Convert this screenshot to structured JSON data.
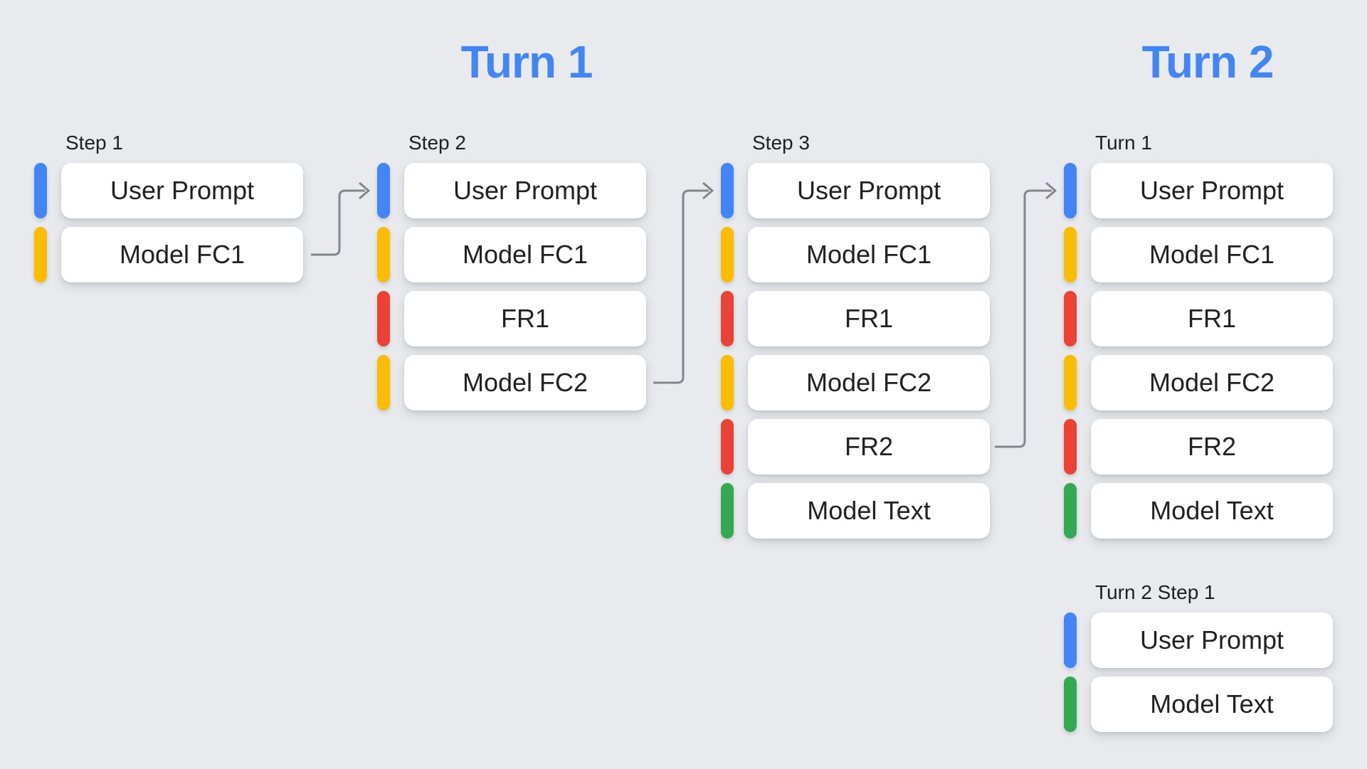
{
  "palette": {
    "blue": "#4285F4",
    "yellow": "#FBBC04",
    "red": "#EA4335",
    "green": "#34A853",
    "arrow": "#82878c",
    "background": "#e8eaed",
    "card_text": "#202124",
    "title_blue": "#4285F4"
  },
  "turn_titles": {
    "turn1": "Turn 1",
    "turn2": "Turn 2"
  },
  "columns": [
    {
      "label": "Step 1",
      "rows": [
        {
          "label": "User Prompt",
          "color": "#4285F4"
        },
        {
          "label": "Model FC1",
          "color": "#FBBC04"
        }
      ]
    },
    {
      "label": "Step 2",
      "rows": [
        {
          "label": "User Prompt",
          "color": "#4285F4"
        },
        {
          "label": "Model FC1",
          "color": "#FBBC04"
        },
        {
          "label": "FR1",
          "color": "#EA4335"
        },
        {
          "label": "Model FC2",
          "color": "#FBBC04"
        }
      ]
    },
    {
      "label": "Step 3",
      "rows": [
        {
          "label": "User Prompt",
          "color": "#4285F4"
        },
        {
          "label": "Model FC1",
          "color": "#FBBC04"
        },
        {
          "label": "FR1",
          "color": "#EA4335"
        },
        {
          "label": "Model FC2",
          "color": "#FBBC04"
        },
        {
          "label": "FR2",
          "color": "#EA4335"
        },
        {
          "label": "Model Text",
          "color": "#34A853"
        }
      ]
    },
    {
      "label": "Turn 1",
      "rows": [
        {
          "label": "User Prompt",
          "color": "#4285F4"
        },
        {
          "label": "Model FC1",
          "color": "#FBBC04"
        },
        {
          "label": "FR1",
          "color": "#EA4335"
        },
        {
          "label": "Model FC2",
          "color": "#FBBC04"
        },
        {
          "label": "FR2",
          "color": "#EA4335"
        },
        {
          "label": "Model Text",
          "color": "#34A853"
        }
      ]
    },
    {
      "label": "Turn 2 Step 1",
      "rows": [
        {
          "label": "User Prompt",
          "color": "#4285F4"
        },
        {
          "label": "Model Text",
          "color": "#34A853"
        }
      ]
    }
  ],
  "arrows": [
    {
      "from": "Step 1 / Model FC1",
      "to": "Step 2 / User Prompt"
    },
    {
      "from": "Step 2 / Model FC2",
      "to": "Step 3 / User Prompt"
    },
    {
      "from": "Step 3 / FR2",
      "to": "Turn 1 / User Prompt"
    }
  ]
}
